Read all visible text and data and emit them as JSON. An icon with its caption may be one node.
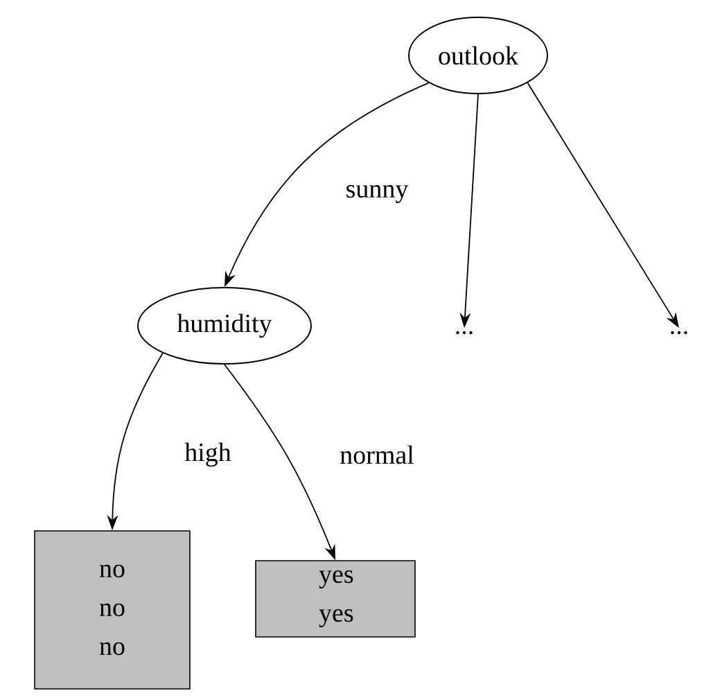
{
  "diagram": {
    "nodes": [
      {
        "text": [
          "outlook"
        ]
      },
      {
        "text": [
          "humidity"
        ]
      },
      {
        "text": [
          "..."
        ]
      },
      {
        "text": [
          "..."
        ]
      },
      {
        "text": [
          "no no no"
        ]
      },
      {
        "text": [
          "yes yes"
        ]
      }
    ],
    "edges": [
      {
        "from": 0,
        "to": 1,
        "arrow": "to",
        "label": "sunny"
      },
      {
        "from": 0,
        "to": 2,
        "arrow": "to"
      },
      {
        "from": 0,
        "to": 3,
        "arrow": "to"
      },
      {
        "from": 1,
        "to": 4,
        "arrow": "to",
        "label": "high"
      },
      {
        "from": 1,
        "to": 5,
        "arrow": "to",
        "label": "normal"
      }
    ]
  }
}
